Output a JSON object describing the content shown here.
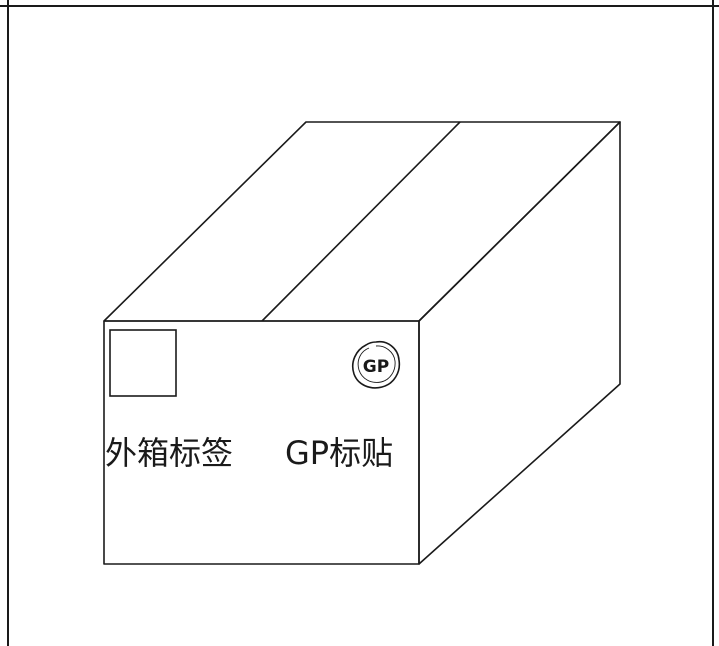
{
  "diagram": {
    "labels": {
      "outer_box_label": "外箱标签",
      "gp_sticker_label": "GP标贴",
      "gp_seal_text": "GP"
    },
    "colors": {
      "stroke": "#1a1a1a",
      "background": "#ffffff"
    }
  }
}
